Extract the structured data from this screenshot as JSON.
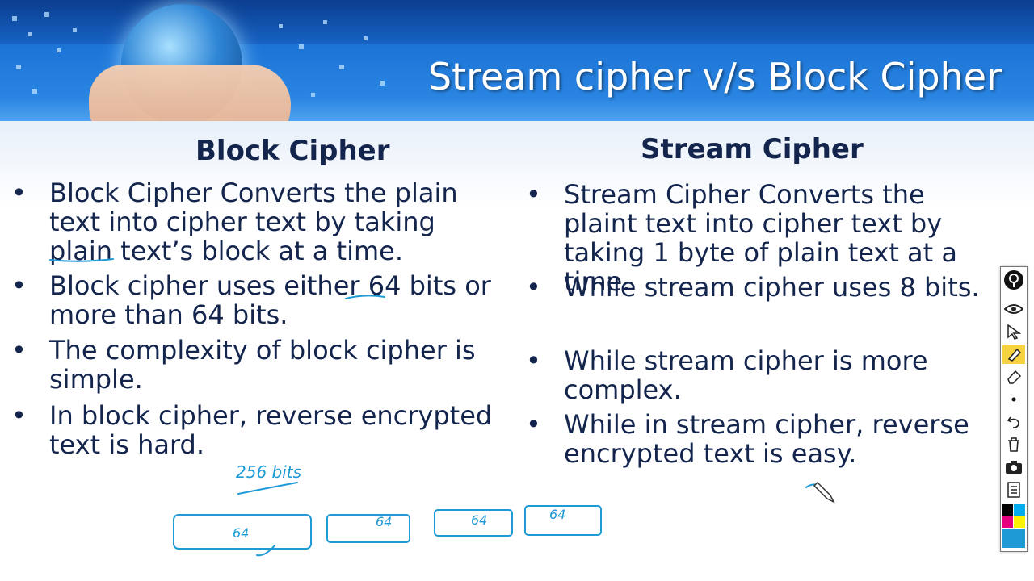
{
  "slide": {
    "title": "Stream cipher v/s Block Cipher",
    "left_column": {
      "heading": "Block Cipher",
      "bullets": [
        "Block Cipher Converts the plain text into cipher text by taking plain text’s block at a time.",
        "Block cipher uses either 64 bits or more than 64 bits.",
        "The complexity of block cipher is simple.",
        "In block cipher, reverse encrypted text is hard."
      ]
    },
    "right_column": {
      "heading": "Stream Cipher",
      "bullets": [
        "Stream Cipher Converts the plaint text into cipher text by taking 1 byte of plain text at a time.",
        "While stream cipher uses 8 bits.",
        "While stream cipher is more complex.",
        "While in stream cipher, reverse encrypted text is easy."
      ]
    },
    "bullet_symbol": "•"
  },
  "annotations": {
    "handwritten_label": "256 bits",
    "blocks": [
      "64",
      "64",
      "64",
      "64"
    ],
    "ink_color": "#1e9ad6"
  },
  "toolbar": {
    "tools": [
      "logo-icon",
      "eye-icon",
      "pointer-icon",
      "highlighter-icon",
      "eraser-icon",
      "dot-icon",
      "undo-icon",
      "trash-icon",
      "camera-icon",
      "notes-icon"
    ],
    "colors": [
      "#000000",
      "#00aeef",
      "#e5007e",
      "#fff200",
      "#00a651",
      "#1e9ad6"
    ]
  },
  "colors": {
    "title_text": "#ffffff",
    "body_text": "#14254d",
    "header_blue": "#1c74d6"
  }
}
